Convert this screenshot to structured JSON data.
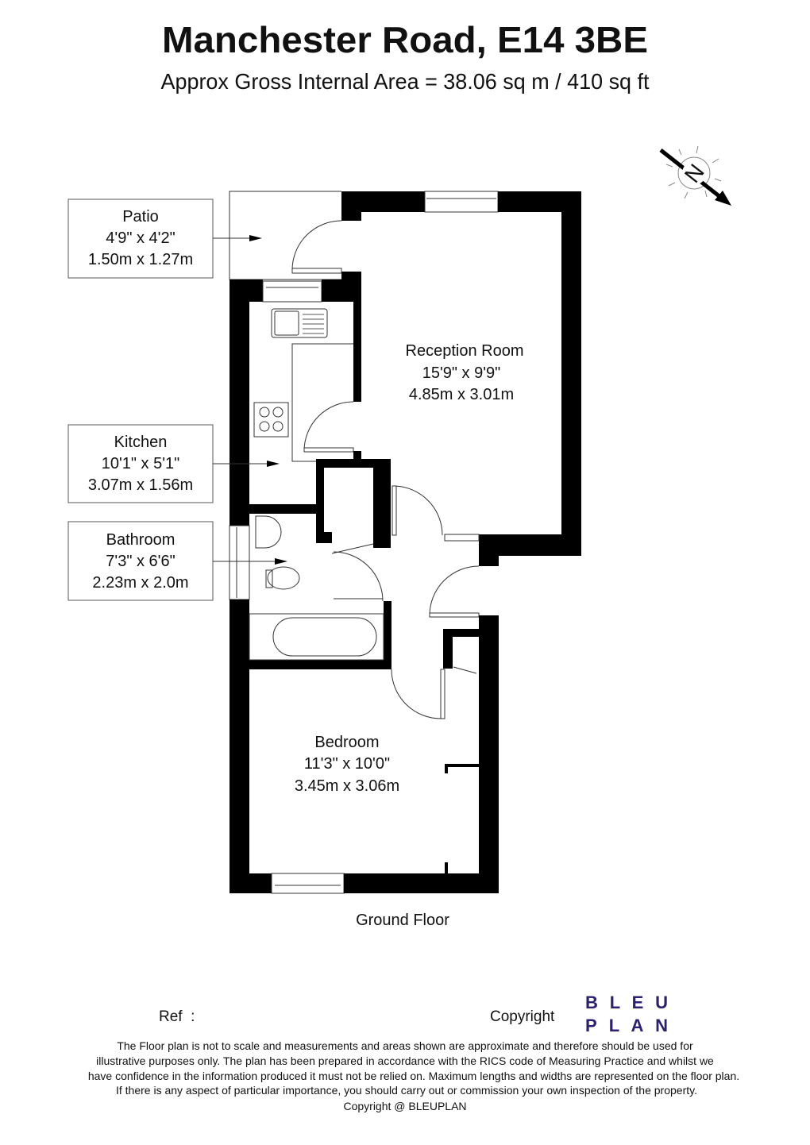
{
  "header": {
    "title": "Manchester Road, E14 3BE",
    "subtitle": "Approx Gross Internal Area = 38.06 sq m / 410 sq ft"
  },
  "compass": {
    "label": "N",
    "icon": "north-arrow-icon"
  },
  "rooms": [
    {
      "name": "Patio",
      "imperial": "4'9\" x 4'2\"",
      "metric": "1.50m x 1.27m"
    },
    {
      "name": "Kitchen",
      "imperial": "10'1\" x 5'1\"",
      "metric": "3.07m x 1.56m"
    },
    {
      "name": "Bathroom",
      "imperial": "7'3\" x 6'6\"",
      "metric": "2.23m x 2.0m"
    },
    {
      "name": "Reception Room",
      "imperial": "15'9\" x 9'9\"",
      "metric": "4.85m x 3.01m"
    },
    {
      "name": "Bedroom",
      "imperial": "11'3\" x 10'0\"",
      "metric": "3.45m x 3.06m"
    }
  ],
  "floor_label": "Ground Floor",
  "footer": {
    "ref_label": "Ref  :",
    "copyright_label": "Copyright",
    "logo_line1": "B L E U",
    "logo_line2": "P L A N",
    "logo_color": "#2b2170",
    "disclaimer": [
      "The Floor plan is not to scale and measurements and areas shown are approximate and therefore should be used for",
      "illustrative purposes only. The plan has been prepared in accordance with the RICS code of Measuring Practice and whilst we",
      "have confidence in the information produced it must not be relied on. Maximum lengths and widths are represented on the floor plan.",
      "If there is any aspect of particular importance, you should carry out or commission your own inspection of the property."
    ],
    "copyright_line": "Copyright @ BLEUPLAN"
  }
}
